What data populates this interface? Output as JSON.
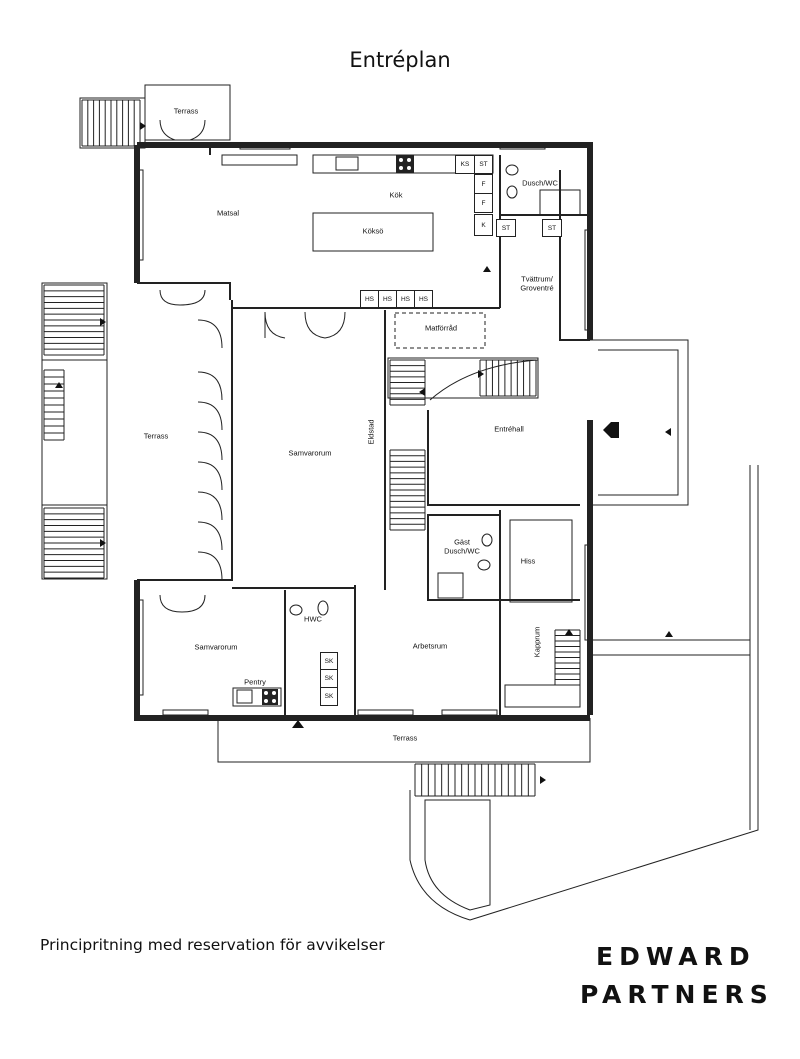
{
  "title": "Entréplan",
  "disclaimer": "Principritning med reservation för avvikelser",
  "brand": {
    "line1": "EDWARD",
    "line2": "PARTNERS"
  },
  "rooms": {
    "terrass_top": "Terrass",
    "matsal": "Matsal",
    "kok": "Kök",
    "koksö": "Köksö",
    "dusch_wc_top": "Dusch/WC",
    "tvattrum": "Tvättrum/\nGroventré",
    "matforrad": "Matförråd",
    "terrass_left": "Terrass",
    "samvarorum_main": "Samvarorum",
    "eldstad": "Eldstad",
    "entrehall": "Entréhall",
    "gast_dusch": "Gäst\nDusch/WC",
    "hiss": "Hiss",
    "samvarorum_lower": "Samvarorum",
    "hwc": "HWC",
    "pentry": "Pentry",
    "arbetsrum": "Arbetsrum",
    "kapprum": "Kapprum",
    "terrass_bottom": "Terrass"
  },
  "fixtures": {
    "ks": "KS",
    "st1": "ST",
    "f1": "F",
    "f2": "F",
    "k": "K",
    "st2": "ST",
    "st3": "ST",
    "hs1": "HS",
    "hs2": "HS",
    "hs3": "HS",
    "hs4": "HS",
    "sk1": "SK",
    "sk2": "SK",
    "sk3": "SK"
  }
}
